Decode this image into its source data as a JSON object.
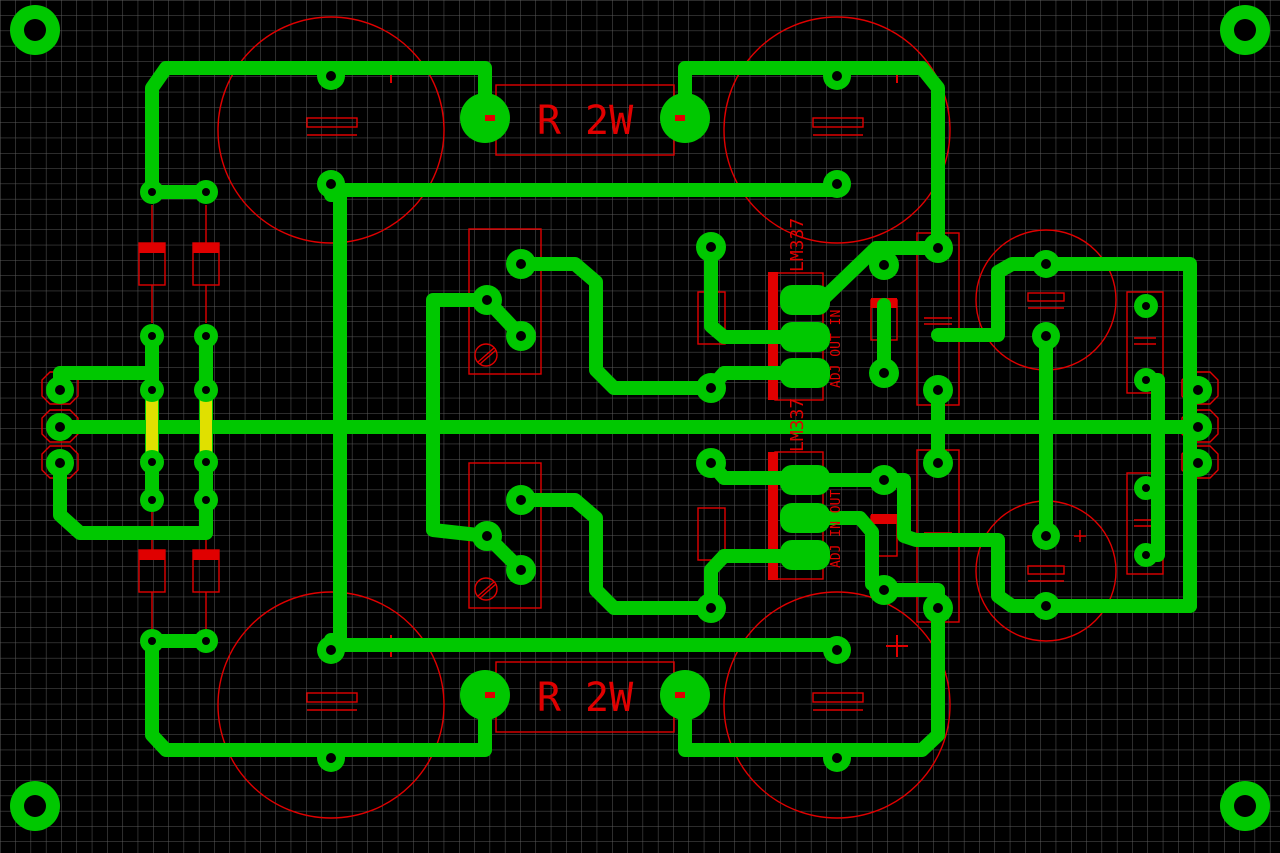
{
  "board": {
    "background": "#000000",
    "grid_color": "#5a5a5a",
    "trace_color": "#00c800",
    "silk_color": "#e00000",
    "jumper_color": "#e0e000"
  },
  "labels": {
    "resistor_top": "R 2W",
    "resistor_bottom": "R 2W",
    "reg_top_name": "LM337",
    "reg_bottom_name": "LM337",
    "reg_top_pins": "ADJ OUT IN",
    "reg_bottom_pins": "ADJ IN OUT",
    "plus_sign": "+"
  }
}
